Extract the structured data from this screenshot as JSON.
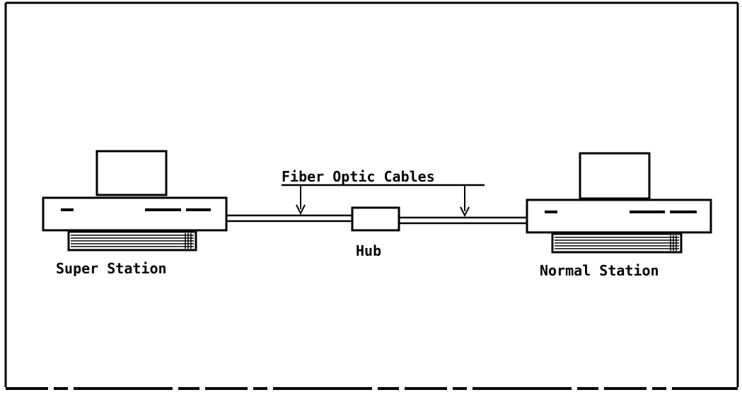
{
  "labels": {
    "cables": "Fiber Optic Cables",
    "hub": "Hub",
    "super_station": "Super Station",
    "normal_station": "Normal Station"
  },
  "colors": {
    "ink": "#000000",
    "paper": "#ffffff"
  }
}
